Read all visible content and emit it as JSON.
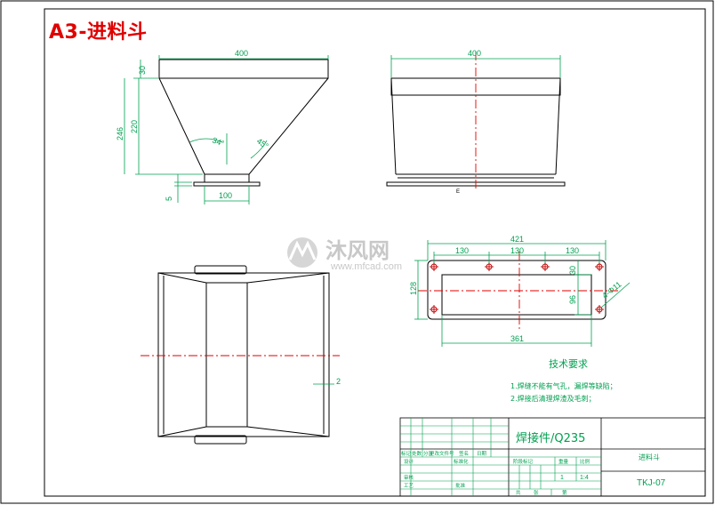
{
  "sheet_title": "A3-进料斗",
  "watermark": {
    "brand": "沐风网",
    "url": "www.mfcad.com"
  },
  "front_view": {
    "dim_top_width": "400",
    "dim_flange_height": "30",
    "dim_total_height": "246",
    "dim_hopper_height": "220",
    "dim_angle_1": "34°",
    "dim_angle_2": "45°",
    "dim_bottom_width": "100",
    "dim_bottom_thickness": "5"
  },
  "side_view": {
    "dim_top_width": "400",
    "section_mark": "E"
  },
  "plan_view": {
    "dim_plate": "2"
  },
  "flange_view": {
    "dim_overall": "421",
    "dim_pitch_1": "130",
    "dim_pitch_2": "130",
    "dim_pitch_3": "130",
    "dim_height": "128",
    "dim_inner_height": "96",
    "dim_edge": "30",
    "dim_hole": "4-Φ11",
    "dim_inner_width": "361"
  },
  "tech_requirements": {
    "heading": "技术要求",
    "items": [
      "1.焊缝不能有气孔，漏焊等缺陷；",
      "2.焊接后清理焊渣及毛刺；"
    ]
  },
  "title_block": {
    "material": "焊接件/Q235",
    "part_name": "进料斗",
    "drawing_no": "TKJ-07",
    "labels": {
      "mark": "标记",
      "count": "处数",
      "zone": "分区",
      "change_doc": "更改文件号",
      "signature": "签名",
      "date": "日期",
      "design": "设计",
      "standardize": "标准化",
      "stage_mark": "阶段标记",
      "weight": "重量",
      "scale": "比例",
      "review": "审核",
      "process": "工艺",
      "approve": "批准",
      "total": "共",
      "sheet": "张",
      "page": "第"
    },
    "quantity": "1",
    "scale_value": "1:4"
  }
}
